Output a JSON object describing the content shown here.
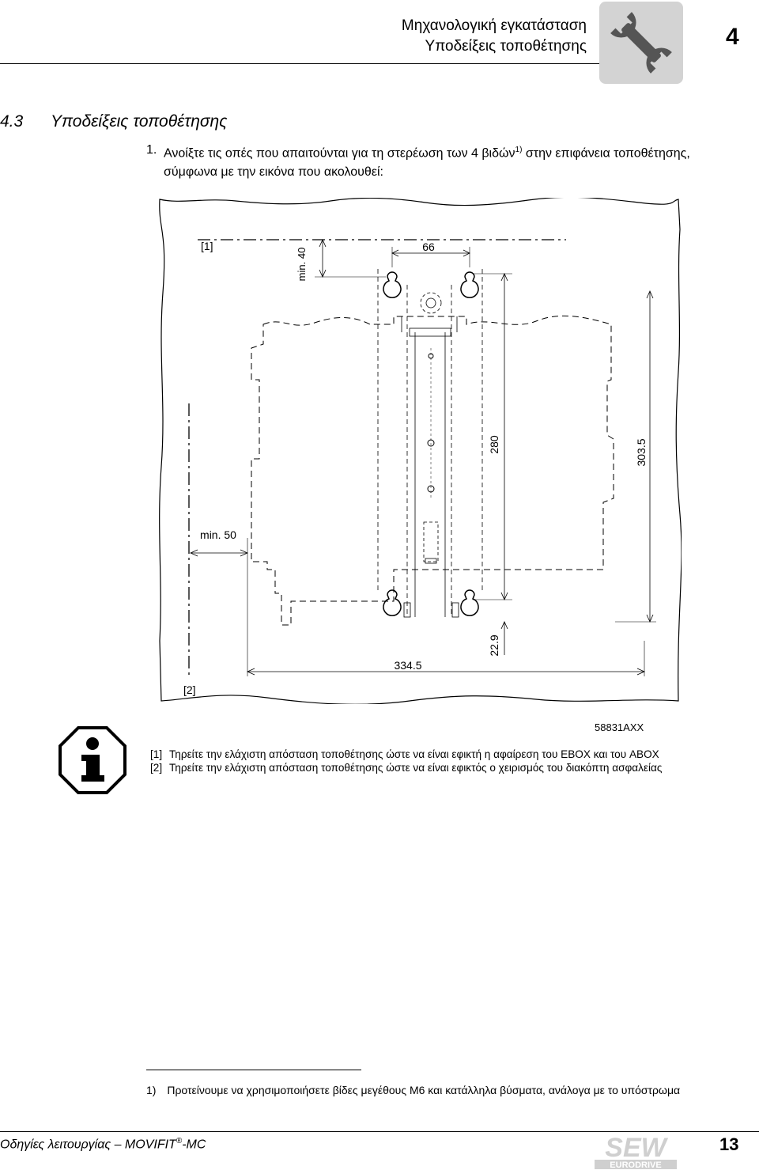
{
  "header": {
    "chapter_title": "Μηχανολογική εγκατάσταση",
    "section_title": "Υποδείξεις τοποθέτησης",
    "chapter_number": "4",
    "icon": "wrench-icon"
  },
  "section": {
    "number": "4.3",
    "title": "Υποδείξεις τοποθέτησης"
  },
  "step": {
    "number": "1.",
    "text_before_sup": "Ανοίξτε τις οπές που απαιτούνται για τη στερέωση των 4 βιδών",
    "sup": "1)",
    "text_after_sup": " στην επιφάνεια τοποθέτησης, σύμφωνα με την εικόνα που ακολουθεί:"
  },
  "diagram": {
    "label_1": "[1]",
    "label_2": "[2]",
    "dim_min40": "min. 40",
    "dim_66": "66",
    "dim_280": "280",
    "dim_303_5": "303.5",
    "dim_min50": "min. 50",
    "dim_334_5": "334.5",
    "dim_22_9": "22.9",
    "figure_id": "58831AXX"
  },
  "notes": [
    {
      "label": "[1]",
      "text": "Τηρείτε την ελάχιστη απόσταση τοποθέτησης ώστε να είναι εφικτή η αφαίρεση του EBOX και του ABOX"
    },
    {
      "label": "[2]",
      "text": "Τηρείτε την ελάχιστη απόσταση τοποθέτησης ώστε να είναι εφικτός ο χειρισμός του διακόπτη ασφαλείας"
    }
  ],
  "info_icon": "info-icon",
  "footnote": {
    "marker": "1)",
    "text": "Προτείνουμε να χρησιμοποιήσετε βίδες μεγέθους M6 και κατάλληλα βύσματα, ανάλογα με το υπόστρωμα"
  },
  "footer": {
    "doc_prefix": "Οδηγίες λειτουργίας – MOVIFIT",
    "reg": "®",
    "doc_suffix": "-MC",
    "page_number": "13",
    "logo_top": "SEW",
    "logo_bottom": "EURODRIVE"
  }
}
